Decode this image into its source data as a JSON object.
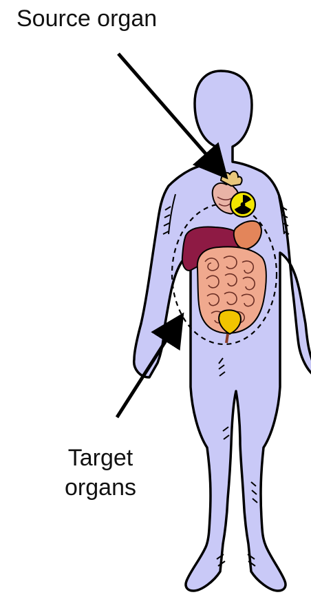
{
  "labels": {
    "source": "Source organ",
    "target_line1": "Target",
    "target_line2": "organs"
  },
  "colors": {
    "body_fill": "#c9c9f7",
    "outline": "#000000",
    "heart": "#e9b3a6",
    "radiation_symbol": "#f3e600",
    "liver": "#8e1a44",
    "stomach": "#e3855a",
    "intestines": "#f0a98e",
    "bladder": "#f2c400",
    "text": "#111111"
  },
  "icons": {
    "radiation": "radiation-icon"
  }
}
